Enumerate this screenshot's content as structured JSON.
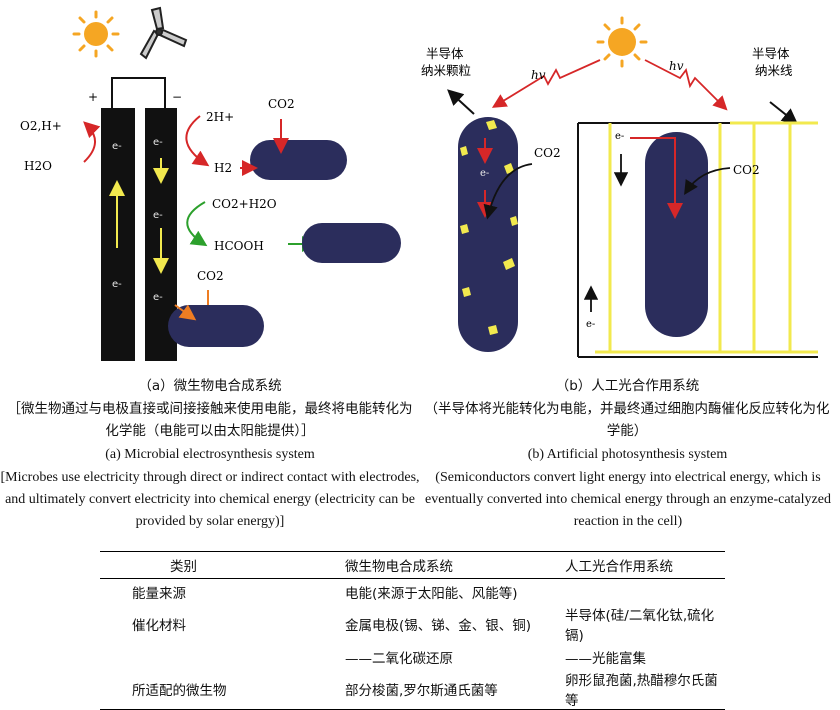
{
  "diagram_a": {
    "plus": "+",
    "minus": "−",
    "electron": "e-",
    "left_top": "O2,H+",
    "left_bottom": "H2O",
    "h_plus": "2H+",
    "h2": "H2",
    "co2": "CO2",
    "co2_h2o": "CO2+H2O",
    "hcooh": "HCOOH"
  },
  "diagram_b": {
    "nanoparticle_label": "半导体\n纳米颗粒",
    "nanowire_label": "半导体\n纳米线",
    "hv": "hv",
    "co2": "CO2",
    "electron": "e-"
  },
  "captions": {
    "a_zh_title": "（a）微生物电合成系统",
    "a_zh_desc": "［微生物通过与电极直接或间接接触来使用电能，最终将电能转化为化学能（电能可以由太阳能提供）］",
    "a_en_title": "(a) Microbial electrosynthesis system",
    "a_en_desc": "[Microbes use electricity through direct or indirect contact with electrodes, and ultimately convert electricity into chemical energy (electricity can be provided by solar energy)]",
    "b_zh_title": "（b）人工光合作用系统",
    "b_zh_desc": "（半导体将光能转化为电能，并最终通过细胞内酶催化反应转化为化学能）",
    "b_en_title": "(b) Artificial photosynthesis system",
    "b_en_desc": "(Semiconductors convert light energy into electrical energy, which is eventually converted into chemical energy through an enzyme-catalyzed reaction in the cell)"
  },
  "table": {
    "headers": [
      "类别",
      "微生物电合成系统",
      "人工光合作用系统"
    ],
    "rows": [
      [
        "能量来源",
        "电能(来源于太阳能、风能等)",
        ""
      ],
      [
        "催化材料",
        "金属电极(锡、锑、金、银、铜)",
        "半导体(硅/二氧化钛,硫化镉)"
      ],
      [
        "",
        "——二氧化碳还原",
        "——光能富集"
      ],
      [
        "所适配的微生物",
        "部分梭菌,罗尔斯通氏菌等",
        "卵形鼠孢菌,热醋穆尔氏菌等"
      ]
    ]
  },
  "colors": {
    "cell": "#2b2d5c",
    "electrode": "#111111",
    "sun": "#f5a623",
    "red_arrow": "#d62728",
    "green_arrow": "#2ca02c",
    "orange_arrow": "#ee7d22",
    "nanowire": "#f2e94e"
  }
}
